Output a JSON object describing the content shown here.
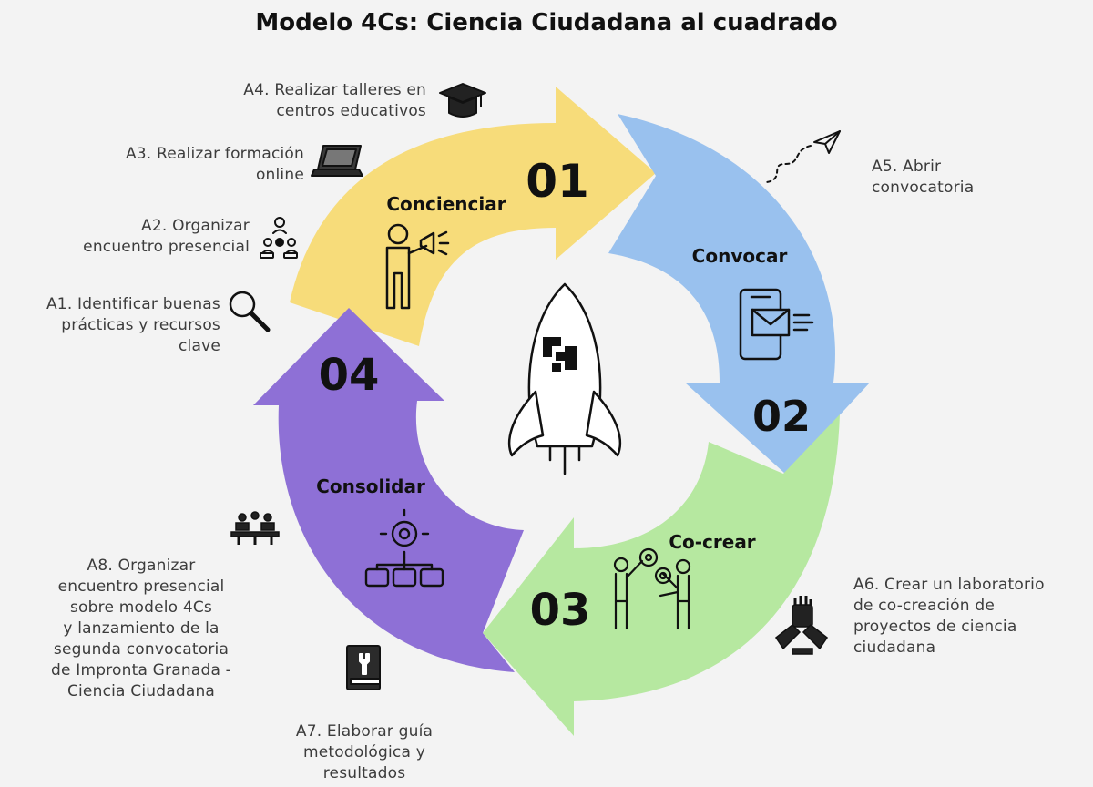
{
  "title": "Modelo 4Cs: Ciencia Ciudadana al cuadrado",
  "colors": {
    "yellow": "#f7dc7a",
    "blue": "#99c1ee",
    "green": "#b6e8a0",
    "purple": "#8e70d6",
    "ink": "#111111",
    "text": "#3c3c3c"
  },
  "phases": [
    {
      "number": "01",
      "name": "Concienciar",
      "icon": "megaphone-person-icon"
    },
    {
      "number": "02",
      "name": "Convocar",
      "icon": "phone-mail-icon"
    },
    {
      "number": "03",
      "name": "Co-crear",
      "icon": "collaboration-gears-icon"
    },
    {
      "number": "04",
      "name": "Consolidar",
      "icon": "gear-hierarchy-icon"
    }
  ],
  "center_icon": "rocket-icon",
  "activities": {
    "a1": {
      "lines": [
        "A1. Identificar buenas",
        "prácticas y recursos",
        "clave"
      ],
      "icon": "magnifier-icon"
    },
    "a2": {
      "lines": [
        "A2. Organizar",
        "encuentro presencial"
      ],
      "icon": "team-gear-icon"
    },
    "a3": {
      "lines": [
        "A3. Realizar formación",
        "online"
      ],
      "icon": "laptop-icon"
    },
    "a4": {
      "lines": [
        "A4. Realizar talleres en",
        "centros educativos"
      ],
      "icon": "graduation-cap-icon"
    },
    "a5": {
      "lines": [
        "A5. Abrir",
        "convocatoria"
      ],
      "icon": "paper-plane-icon"
    },
    "a6": {
      "lines": [
        "A6. Crear un laboratorio",
        "de co-creación de",
        "proyectos de ciencia",
        "ciudadana"
      ],
      "icon": "hands-together-icon"
    },
    "a7": {
      "lines": [
        "A7. Elaborar guía",
        "metodológica y",
        "resultados"
      ],
      "icon": "book-wrench-icon"
    },
    "a8": {
      "lines": [
        "A8. Organizar",
        "encuentro presencial",
        "sobre modelo 4Cs",
        "y lanzamiento de la",
        "segunda convocatoria",
        "de Impronta Granada -",
        "Ciencia Ciudadana"
      ],
      "icon": "meeting-table-icon"
    }
  }
}
